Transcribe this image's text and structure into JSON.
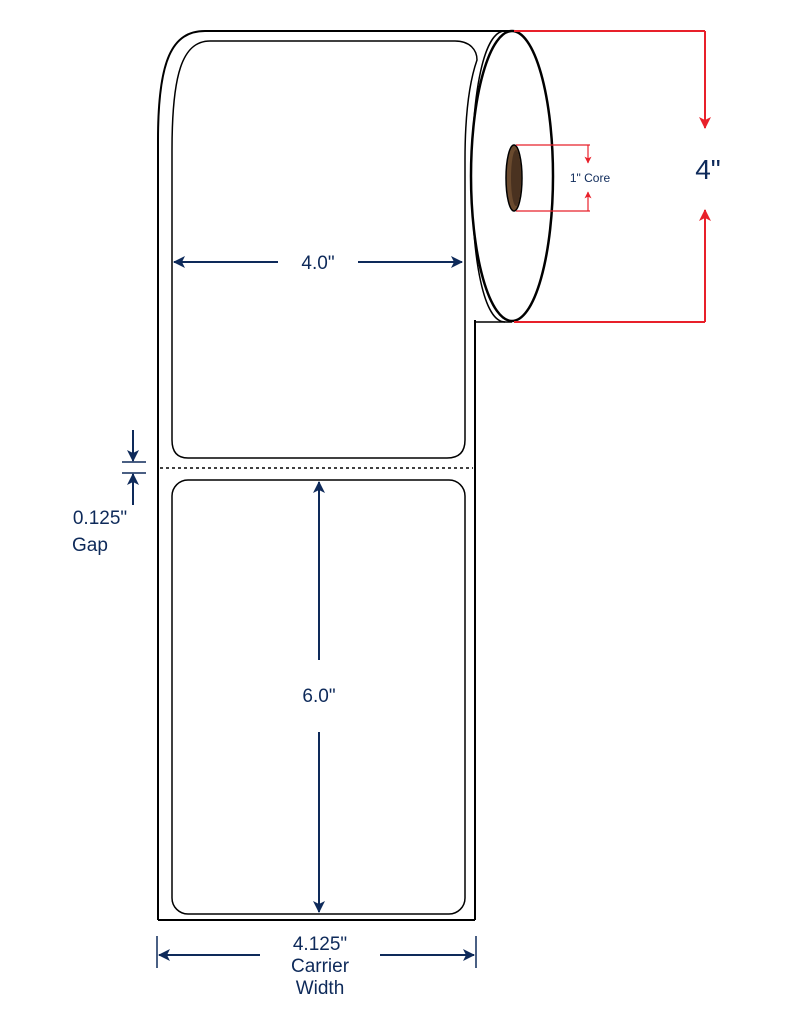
{
  "colors": {
    "dimension_navy": "#0e2a5a",
    "roll_dimension_red": "#e8202a",
    "core_brown": "#6a4a2e",
    "outline": "#000000"
  },
  "label": {
    "width_text": "4.0\"",
    "height_text": "6.0\""
  },
  "gap": {
    "value_text": "0.125\"",
    "word_text": "Gap"
  },
  "carrier": {
    "value_text": "4.125\"",
    "line2_text": "Carrier",
    "line3_text": "Width"
  },
  "roll": {
    "diameter_text": "4\"",
    "core_text": "1\" Core"
  }
}
